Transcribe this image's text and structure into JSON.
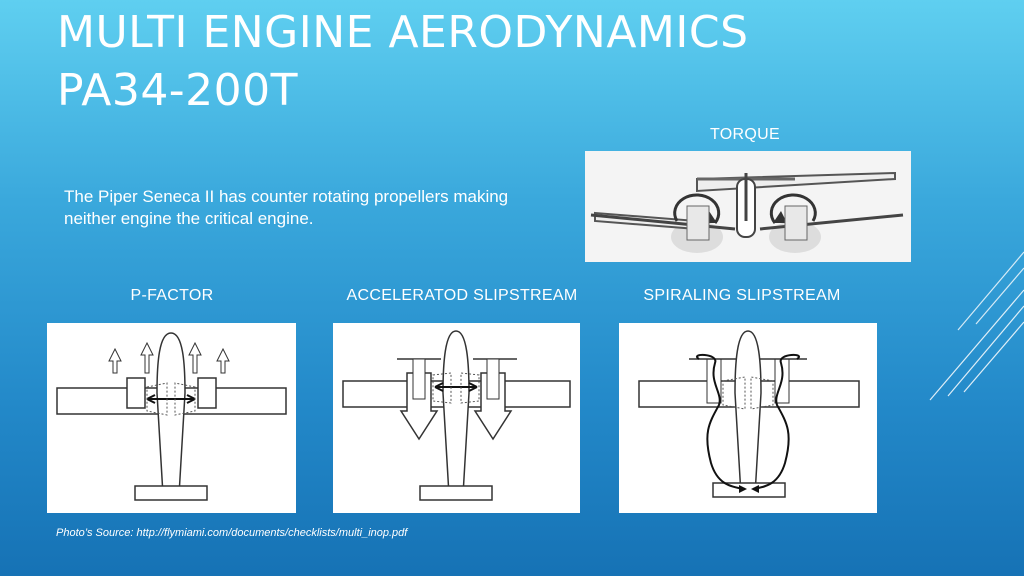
{
  "slide": {
    "title_line1": "MULTI ENGINE AERODYNAMICS",
    "title_line2": "PA34-200T",
    "body": "The Piper Seneca II has counter rotating propellers making neither engine the critical engine.",
    "caption": "Photo’s Source: http://flymiami.com/documents/checklists/multi_inop.pdf"
  },
  "figures": {
    "torque": {
      "label": "TORQUE"
    },
    "p_factor": {
      "label": "P-FACTOR"
    },
    "accelerated_slipstream": {
      "label": "ACCELERATOD SLIPSTREAM"
    },
    "spiraling_slipstream": {
      "label": "SPIRALING SLIPSTREAM"
    }
  },
  "colors": {
    "background_top": "#5fcff0",
    "background_bottom": "#1672b5",
    "text": "#ffffff"
  }
}
